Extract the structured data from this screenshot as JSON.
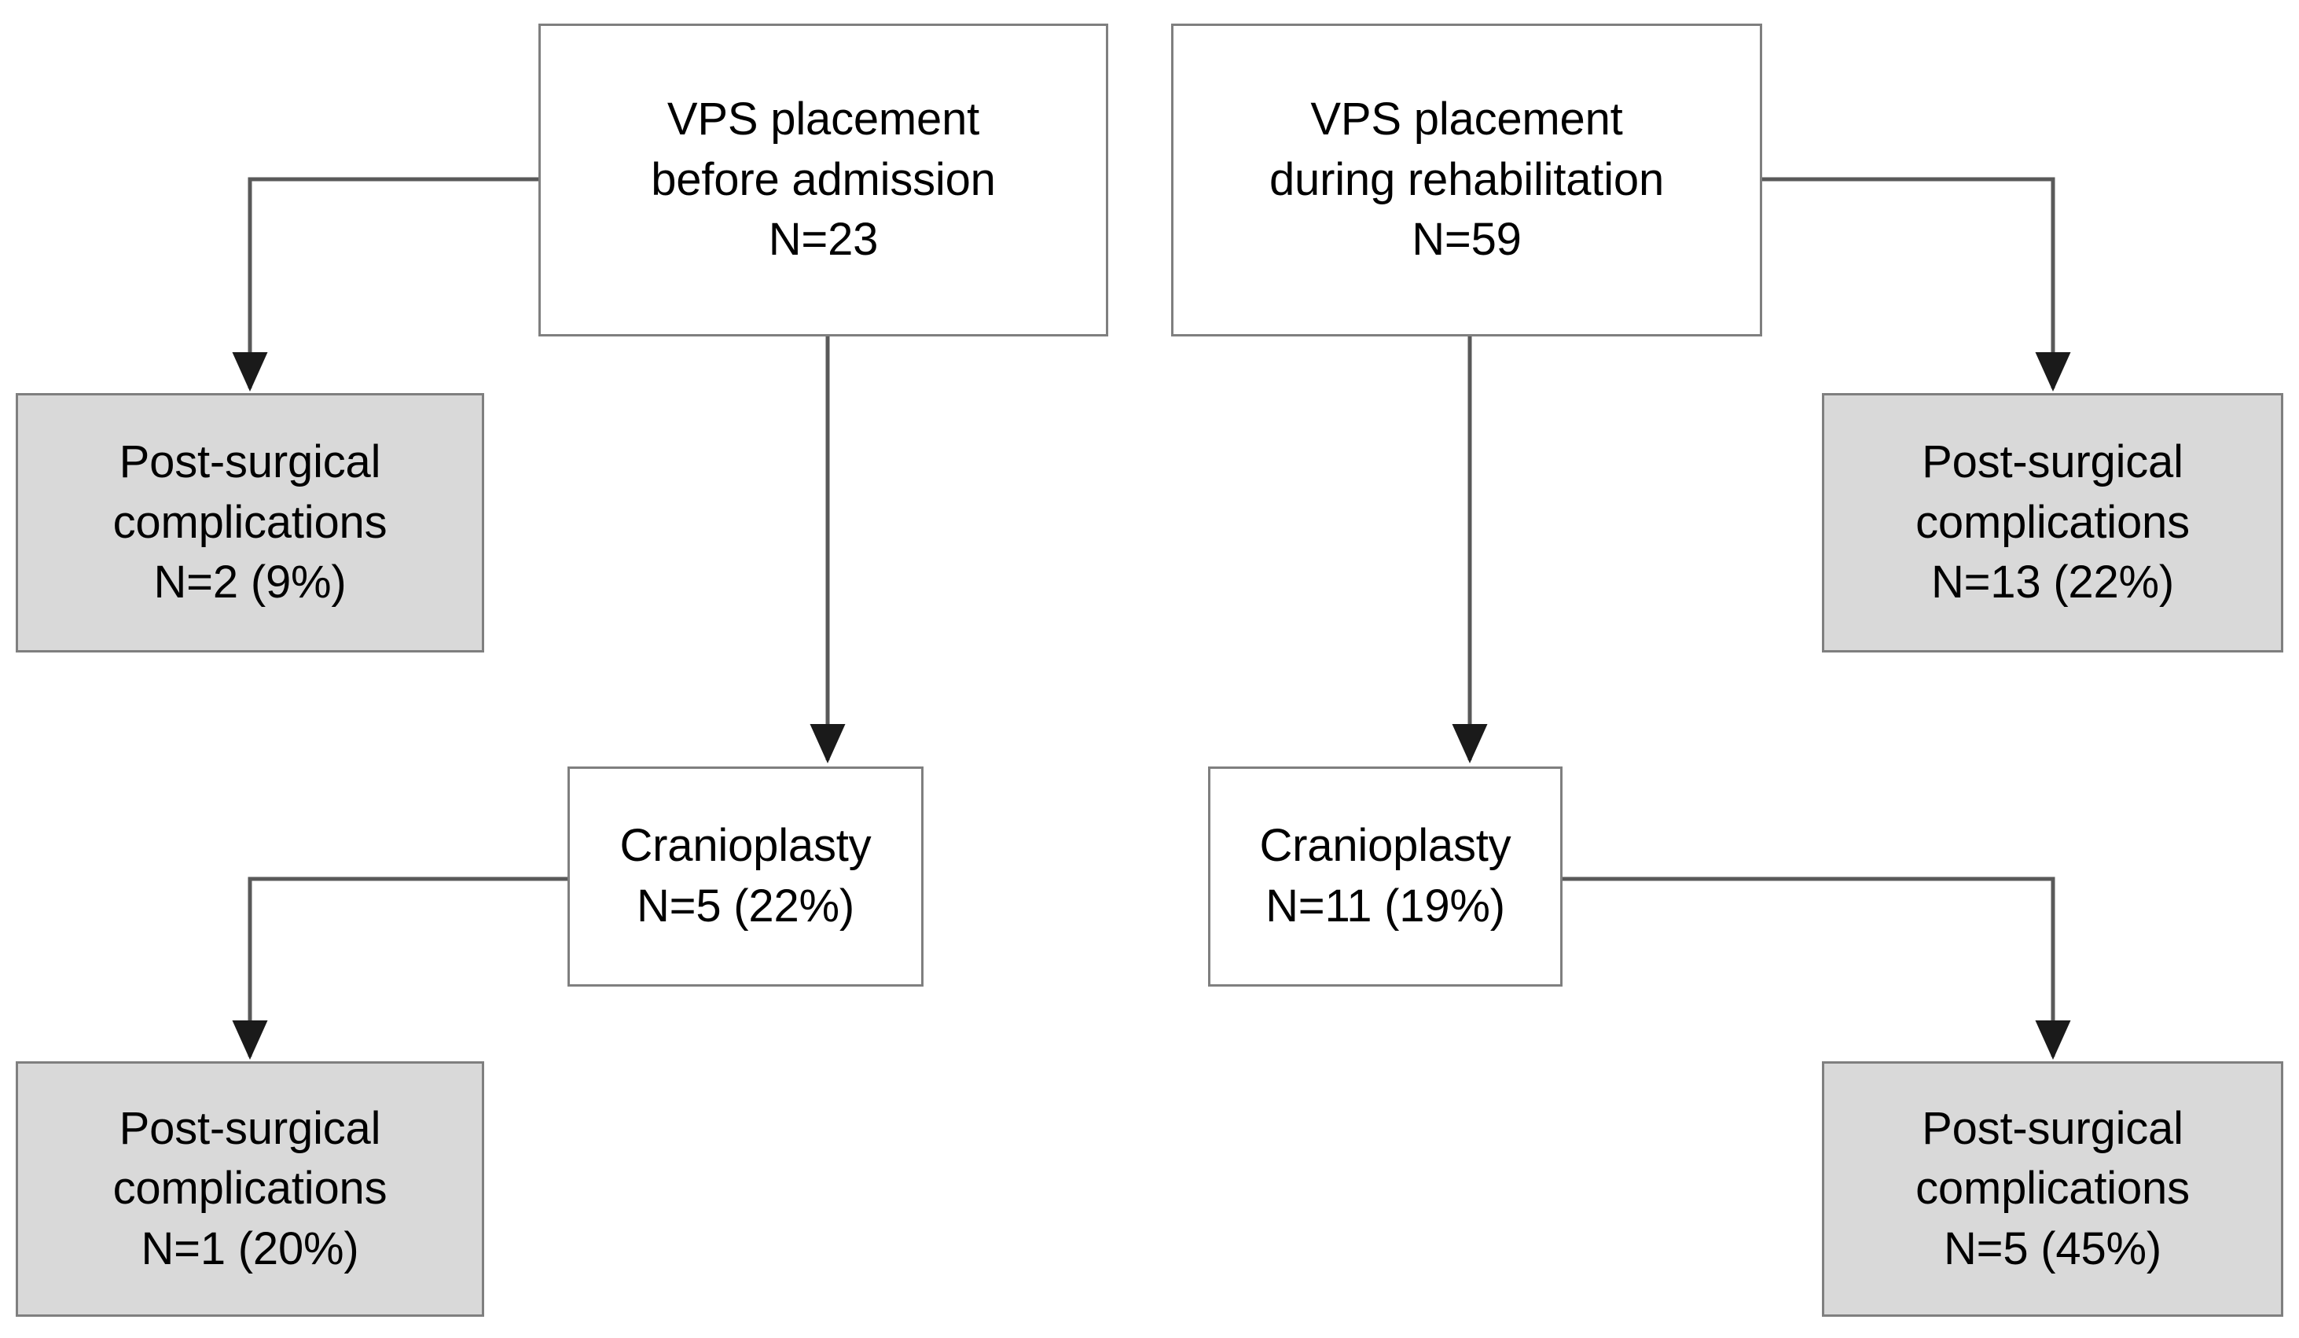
{
  "figure": {
    "type": "flow-diagram",
    "title": "",
    "background_color": "#ffffff",
    "box_border_color": "#7f7f7f",
    "box_fill_white": "#ffffff",
    "box_fill_gray": "#d9d9d9",
    "connector_color": "#595959",
    "text_color": "#000000"
  },
  "nodes": {
    "vps_before": {
      "id": "vps-before-admission",
      "style": "white",
      "line1": "VPS placement",
      "line2": "before admission",
      "line3": "N=23",
      "count": 23
    },
    "vps_during": {
      "id": "vps-during-rehabilitation",
      "style": "white",
      "line1": "VPS placement",
      "line2": "during rehabilitation",
      "line3": "N=59",
      "count": 59
    },
    "complications_before": {
      "id": "post-surgical-complications-before-admission",
      "style": "gray",
      "line1": "Post-surgical",
      "line2": "complications",
      "line3": "N=2 (9%)",
      "count": 2,
      "percent": 9
    },
    "complications_during": {
      "id": "post-surgical-complications-during-rehabilitation",
      "style": "gray",
      "line1": "Post-surgical",
      "line2": "complications",
      "line3": "N=13 (22%)",
      "count": 13,
      "percent": 22
    },
    "cranioplasty_left": {
      "id": "cranioplasty-before-admission",
      "style": "white",
      "line1": "Cranioplasty",
      "line2": "N=5 (22%)",
      "count": 5,
      "percent": 22
    },
    "cranioplasty_right": {
      "id": "cranioplasty-during-rehabilitation",
      "style": "white",
      "line1": "Cranioplasty",
      "line2": "N=11 (19%)",
      "count": 11,
      "percent": 19
    },
    "complications_cranio_left": {
      "id": "post-surgical-complications-cranioplasty-left",
      "style": "gray",
      "line1": "Post-surgical",
      "line2": "complications",
      "line3": "N=1 (20%)",
      "count": 1,
      "percent": 20
    },
    "complications_cranio_right": {
      "id": "post-surgical-complications-cranioplasty-right",
      "style": "gray",
      "line1": "Post-surgical",
      "line2": "complications",
      "line3": "N=5 (45%)",
      "count": 5,
      "percent": 45
    }
  },
  "edges": [
    {
      "from": "vps_before",
      "to": "complications_before",
      "shape": "elbow-left"
    },
    {
      "from": "vps_before",
      "to": "cranioplasty_left",
      "shape": "straight-down"
    },
    {
      "from": "vps_during",
      "to": "complications_during",
      "shape": "elbow-right"
    },
    {
      "from": "vps_during",
      "to": "cranioplasty_right",
      "shape": "straight-down"
    },
    {
      "from": "cranioplasty_left",
      "to": "complications_cranio_left",
      "shape": "elbow-left"
    },
    {
      "from": "cranioplasty_right",
      "to": "complications_cranio_right",
      "shape": "elbow-right"
    }
  ]
}
